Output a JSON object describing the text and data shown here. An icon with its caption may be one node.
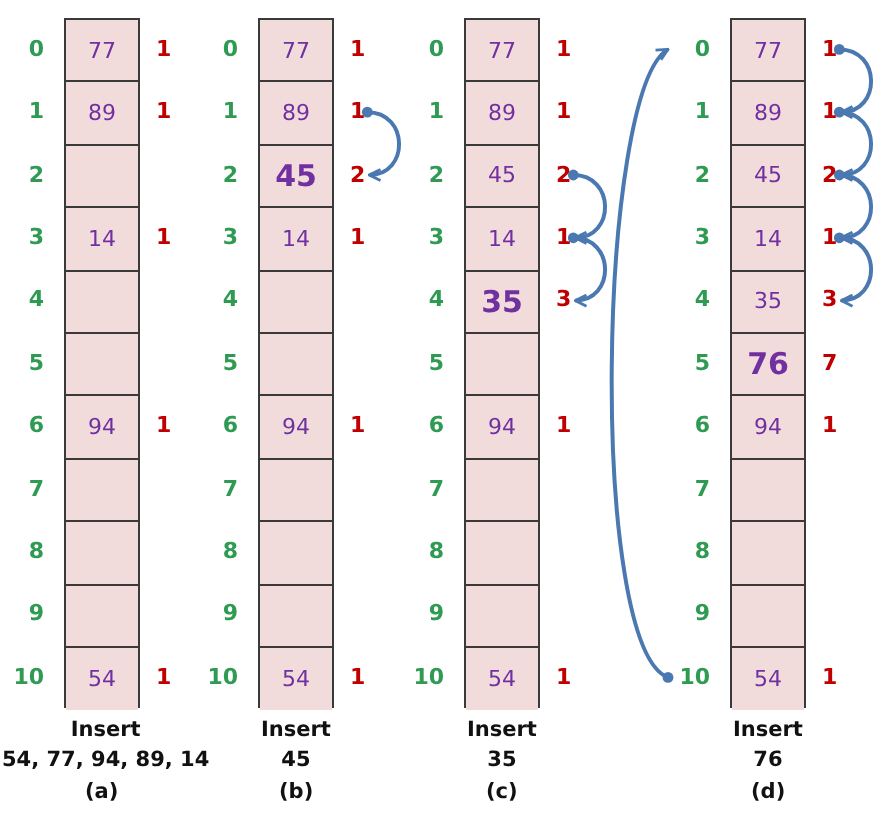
{
  "diagram": {
    "nodes": [
      {
        "text": [],
        "shape": "box"
      },
      {
        "text": [
          "77"
        ],
        "in": 0
      },
      {
        "text": [
          "89"
        ],
        "in": 0
      },
      {
        "text": [],
        "shape": "box",
        "in": 0
      },
      {
        "text": [
          "14"
        ],
        "in": 0
      },
      {
        "text": [],
        "shape": "box",
        "in": 0
      },
      {
        "text": [],
        "shape": "box",
        "in": 0
      },
      {
        "text": [
          "94"
        ],
        "in": 0
      },
      {
        "text": [],
        "shape": "box",
        "in": 0
      },
      {
        "text": [],
        "shape": "box",
        "in": 0
      },
      {
        "text": [],
        "shape": "box",
        "in": 0
      },
      {
        "text": [
          "54"
        ],
        "in": 0
      },
      {
        "text": [
          "1"
        ]
      },
      {
        "text": [
          "1"
        ]
      },
      {
        "text": [
          "1"
        ]
      },
      {
        "text": [
          "1"
        ]
      },
      {
        "text": [
          "1"
        ]
      },
      {
        "text": [],
        "shape": "box"
      },
      {
        "text": [
          "77"
        ],
        "in": 17
      },
      {
        "text": [
          "89"
        ],
        "in": 17
      },
      {
        "text": [
          "45"
        ],
        "in": 17
      },
      {
        "text": [
          "14"
        ],
        "in": 17
      },
      {
        "text": [],
        "shape": "box",
        "in": 17
      },
      {
        "text": [],
        "shape": "box",
        "in": 17
      },
      {
        "text": [
          "94"
        ],
        "in": 17
      },
      {
        "text": [],
        "shape": "box",
        "in": 17
      },
      {
        "text": [],
        "shape": "box",
        "in": 17
      },
      {
        "text": [],
        "shape": "box",
        "in": 17
      },
      {
        "text": [
          "54"
        ],
        "in": 17
      },
      {
        "text": [
          "1"
        ]
      },
      {
        "text": [
          "1"
        ]
      },
      {
        "text": [
          "2"
        ]
      },
      {
        "text": [
          "1"
        ]
      },
      {
        "text": [
          "1"
        ]
      },
      {
        "text": [
          "1"
        ]
      },
      {
        "text": [],
        "shape": "box"
      },
      {
        "text": [
          "77"
        ],
        "in": 35
      },
      {
        "text": [
          "89"
        ],
        "in": 35
      },
      {
        "text": [
          "45"
        ],
        "in": 35
      },
      {
        "text": [
          "14"
        ],
        "in": 35
      },
      {
        "text": [
          "35"
        ],
        "in": 35
      },
      {
        "text": [],
        "shape": "box",
        "in": 35
      },
      {
        "text": [
          "94"
        ],
        "in": 35
      },
      {
        "text": [],
        "shape": "box",
        "in": 35
      },
      {
        "text": [],
        "shape": "box",
        "in": 35
      },
      {
        "text": [],
        "shape": "box",
        "in": 35
      },
      {
        "text": [
          "54"
        ],
        "in": 35
      },
      {
        "text": [
          "1"
        ]
      },
      {
        "text": [
          "1"
        ]
      },
      {
        "text": [
          "2"
        ]
      },
      {
        "text": [
          "1"
        ]
      },
      {
        "text": [
          "3"
        ]
      },
      {
        "text": [
          "1"
        ]
      },
      {
        "text": [
          "1"
        ]
      },
      {
        "text": [],
        "shape": "box"
      },
      {
        "text": [
          "77"
        ],
        "in": 54
      },
      {
        "text": [
          "89"
        ],
        "in": 54
      },
      {
        "text": [
          "45"
        ],
        "in": 54
      },
      {
        "text": [
          "14"
        ],
        "in": 54
      },
      {
        "text": [
          "35"
        ],
        "in": 54
      },
      {
        "text": [
          "76"
        ],
        "in": 54
      },
      {
        "text": [
          "94"
        ],
        "in": 54
      },
      {
        "text": [],
        "shape": "box",
        "in": 54
      },
      {
        "text": [],
        "shape": "box",
        "in": 54
      },
      {
        "text": [],
        "shape": "box",
        "in": 54
      },
      {
        "text": [
          "54"
        ],
        "in": 54
      },
      {
        "text": [
          "1"
        ]
      },
      {
        "text": [
          "1"
        ]
      },
      {
        "text": [
          "2"
        ]
      },
      {
        "text": [
          "1"
        ]
      },
      {
        "text": [
          "3"
        ]
      },
      {
        "text": [
          "7"
        ]
      },
      {
        "text": [
          "1"
        ]
      },
      {
        "text": [
          "1"
        ]
      },
      {
        "text": [
          "0"
        ]
      },
      {
        "text": [
          "10"
        ]
      }
    ],
    "edges": [
      {
        "from": 30,
        "to": 31,
        "arrow": "to"
      },
      {
        "from": 49,
        "to": 50,
        "arrow": "to"
      },
      {
        "from": 50,
        "to": 51,
        "arrow": "to"
      },
      {
        "from": 66,
        "to": 67,
        "arrow": "to"
      },
      {
        "from": 67,
        "to": 68,
        "arrow": "to"
      },
      {
        "from": 68,
        "to": 69,
        "arrow": "to"
      },
      {
        "from": 69,
        "to": 70,
        "arrow": "to"
      },
      {
        "from": 75,
        "to": 74,
        "arrow": "to"
      }
    ],
    "labels": [
      "0",
      "1",
      "2",
      "3",
      "4",
      "5",
      "6",
      "7",
      "8",
      "9",
      "10",
      "0",
      "1",
      "2",
      "3",
      "4",
      "5",
      "6",
      "7",
      "8",
      "9",
      "10",
      "0",
      "1",
      "2",
      "3",
      "4",
      "5",
      "6",
      "7",
      "8",
      "9",
      "10",
      "1",
      "2",
      "3",
      "4",
      "5",
      "6",
      "7",
      "8",
      "9",
      "Insert 54, 77, 94, 89, 14",
      "(a)",
      "Insert 45",
      "(b)",
      "Insert 35",
      "(c)",
      "Insert 76",
      "(d)"
    ]
  }
}
